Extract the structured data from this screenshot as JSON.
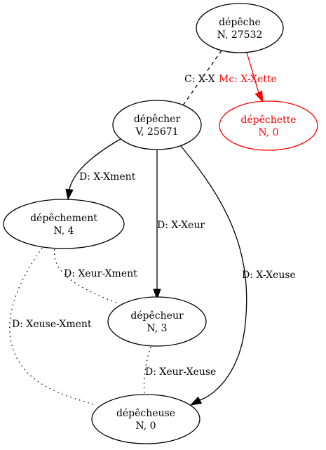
{
  "colors": {
    "default": "#000000",
    "highlight": "#ff0000",
    "background": "#ffffff"
  },
  "nodes": [
    {
      "id": "depeche",
      "word": "dépêche",
      "info": "N, 27532",
      "color": "default"
    },
    {
      "id": "depechette",
      "word": "dépêchette",
      "info": "N, 0",
      "color": "highlight"
    },
    {
      "id": "depecher",
      "word": "dépêcher",
      "info": "V, 25671",
      "color": "default"
    },
    {
      "id": "depechement",
      "word": "dépêchement",
      "info": "N, 4",
      "color": "default"
    },
    {
      "id": "depecheur",
      "word": "dépêcheur",
      "info": "N, 3",
      "color": "default"
    },
    {
      "id": "depecheuse",
      "word": "dépêcheuse",
      "info": "N, 0",
      "color": "default"
    }
  ],
  "edges": [
    {
      "id": "e1",
      "from": "depeche",
      "to": "depecher",
      "label": "C: X-X",
      "style": "dashed",
      "arrow": false,
      "color": "default"
    },
    {
      "id": "e2",
      "from": "depeche",
      "to": "depechette",
      "label": "Mc: X-Xette",
      "style": "solid",
      "arrow": true,
      "color": "highlight"
    },
    {
      "id": "e3",
      "from": "depecher",
      "to": "depechement",
      "label": "D: X-Xment",
      "style": "solid",
      "arrow": true,
      "color": "default"
    },
    {
      "id": "e4",
      "from": "depecher",
      "to": "depecheur",
      "label": "D: X-Xeur",
      "style": "solid",
      "arrow": true,
      "color": "default"
    },
    {
      "id": "e5",
      "from": "depecher",
      "to": "depecheuse",
      "label": "D: X-Xeuse",
      "style": "solid",
      "arrow": true,
      "color": "default"
    },
    {
      "id": "e6",
      "from": "depechement",
      "to": "depecheur",
      "label": "D: Xeur-Xment",
      "style": "dotted",
      "arrow": false,
      "color": "default"
    },
    {
      "id": "e7",
      "from": "depechement",
      "to": "depecheuse",
      "label": "D: Xeuse-Xment",
      "style": "dotted",
      "arrow": false,
      "color": "default"
    },
    {
      "id": "e8",
      "from": "depecheur",
      "to": "depecheuse",
      "label": "D: Xeur-Xeuse",
      "style": "dotted",
      "arrow": false,
      "color": "default"
    }
  ]
}
